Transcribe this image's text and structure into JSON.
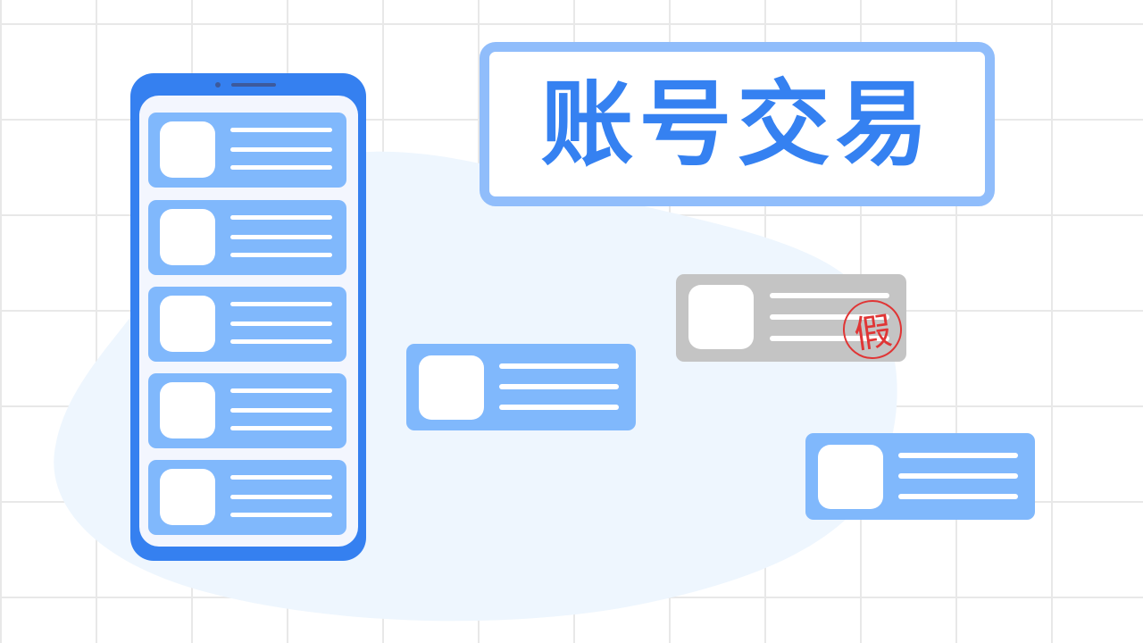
{
  "title": "账号交易",
  "stamp": {
    "text": "假",
    "meaning": "fake"
  },
  "colors": {
    "phone_body": "#3580F0",
    "card_blue": "#80B8FC",
    "card_gray": "#C4C4C4",
    "title_text": "#3581F1",
    "title_border": "#90BDFB",
    "stamp_red": "#E03535",
    "blob": "#EEF6FE",
    "grid": "#E8E8E8"
  },
  "icons": {
    "phone": "smartphone-icon",
    "listing_card": "listing-card-icon",
    "fake_stamp": "fake-stamp-icon"
  },
  "phone_listing_count": 5,
  "floating_cards": [
    {
      "style": "blue",
      "flagged": false
    },
    {
      "style": "gray",
      "flagged": true
    },
    {
      "style": "blue",
      "flagged": false
    }
  ]
}
